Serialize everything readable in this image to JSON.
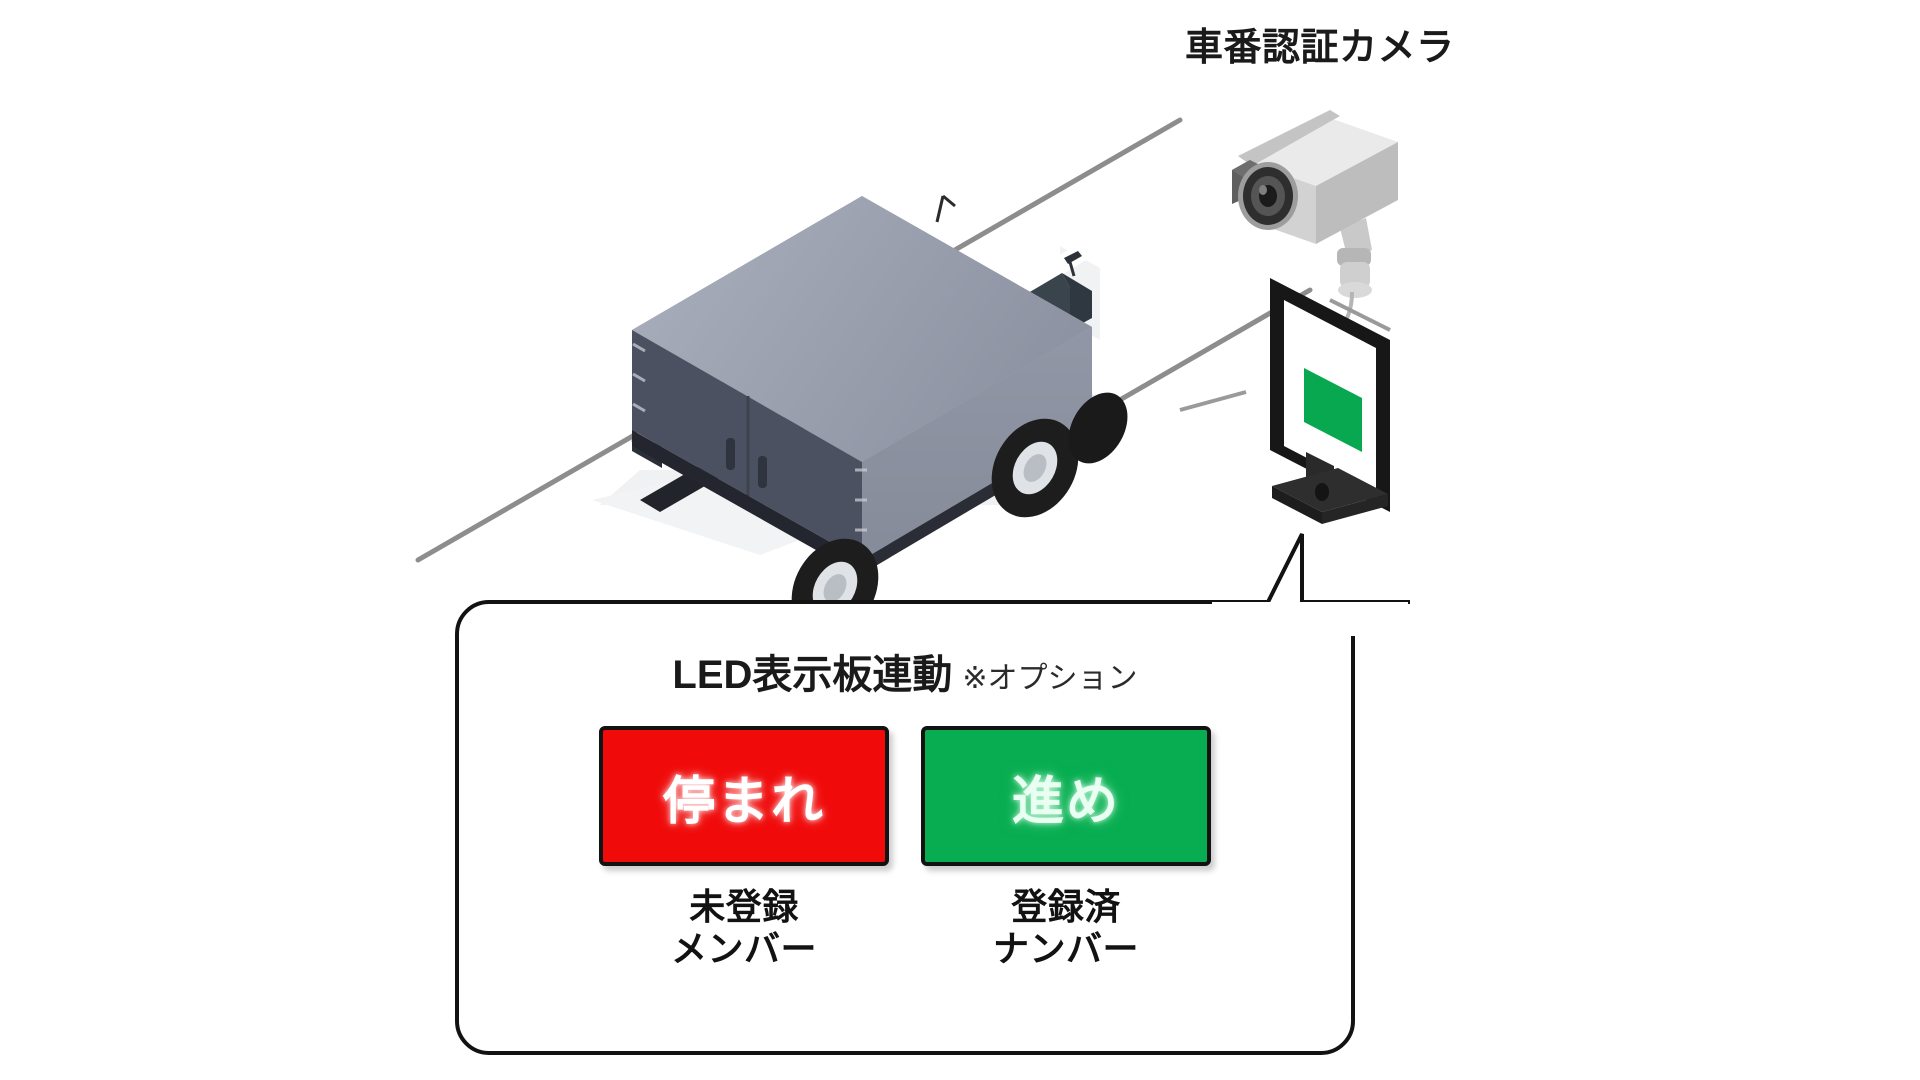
{
  "scene": {
    "background_color": "#ffffff",
    "road": {
      "line_color": "#8d8d8d",
      "description": "diagonal road lane lines"
    }
  },
  "camera": {
    "caption": "車番認証カメラ",
    "icon": "cctv-camera-icon",
    "body_color": "#d5d5d5",
    "lens_color": "#2e2e2e"
  },
  "monitor": {
    "icon": "monitor-icon",
    "bezel_color": "#1a1a1a",
    "screen_color": "#ffffff",
    "display_color": "#07a84f",
    "display_state": "green"
  },
  "truck": {
    "icon": "box-truck-icon",
    "box_top_color": "#9aa0ae",
    "box_side_color": "#8f94a3",
    "box_rear_color": "#4b5160",
    "cab_color": "#f4f6f8",
    "window_color": "#3a444c",
    "wheel_color": "#1d1d1d"
  },
  "callout": {
    "border_color": "#121212",
    "background_color": "#ffffff",
    "heading": {
      "main": "LED表示板連動",
      "note": "※オプション"
    },
    "signs": [
      {
        "id": "unregistered",
        "sign_text": "停まれ",
        "sign_color": "#f00a0a",
        "text_color": "#ffffff",
        "caption_line1": "未登録",
        "caption_line2": "メンバー"
      },
      {
        "id": "registered",
        "sign_text": "進め",
        "sign_color": "#07ad50",
        "text_color": "#e9fff1",
        "caption_line1": "登録済",
        "caption_line2": "ナンバー"
      }
    ]
  }
}
